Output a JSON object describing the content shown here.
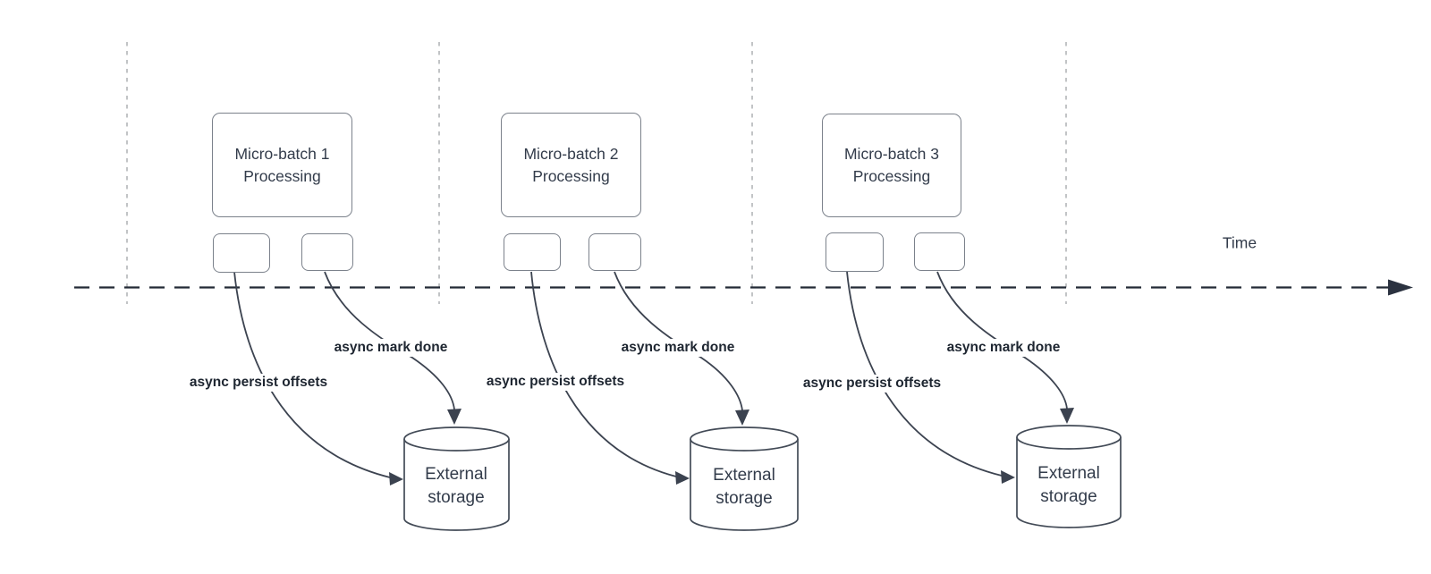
{
  "axis": {
    "label": "Time"
  },
  "batches": [
    {
      "title_line1": "Micro-batch 1",
      "title_line2": "Processing",
      "persist_label": "async persist offsets",
      "mark_done_label": "async mark done",
      "storage_line1": "External",
      "storage_line2": "storage"
    },
    {
      "title_line1": "Micro-batch 2",
      "title_line2": "Processing",
      "persist_label": "async persist offsets",
      "mark_done_label": "async mark done",
      "storage_line1": "External",
      "storage_line2": "storage"
    },
    {
      "title_line1": "Micro-batch 3",
      "title_line2": "Processing",
      "persist_label": "async persist offsets",
      "mark_done_label": "async mark done",
      "storage_line1": "External",
      "storage_line2": "storage"
    }
  ],
  "colors": {
    "shape_stroke": "#7b818b",
    "cylinder_stroke": "#434b57",
    "curve_stroke": "#3c4350",
    "axis_stroke": "#232a36",
    "guide_stroke": "#a9abae",
    "text": "#333c4b",
    "edge_label_text": "#1e2631",
    "background": "#ffffff"
  }
}
